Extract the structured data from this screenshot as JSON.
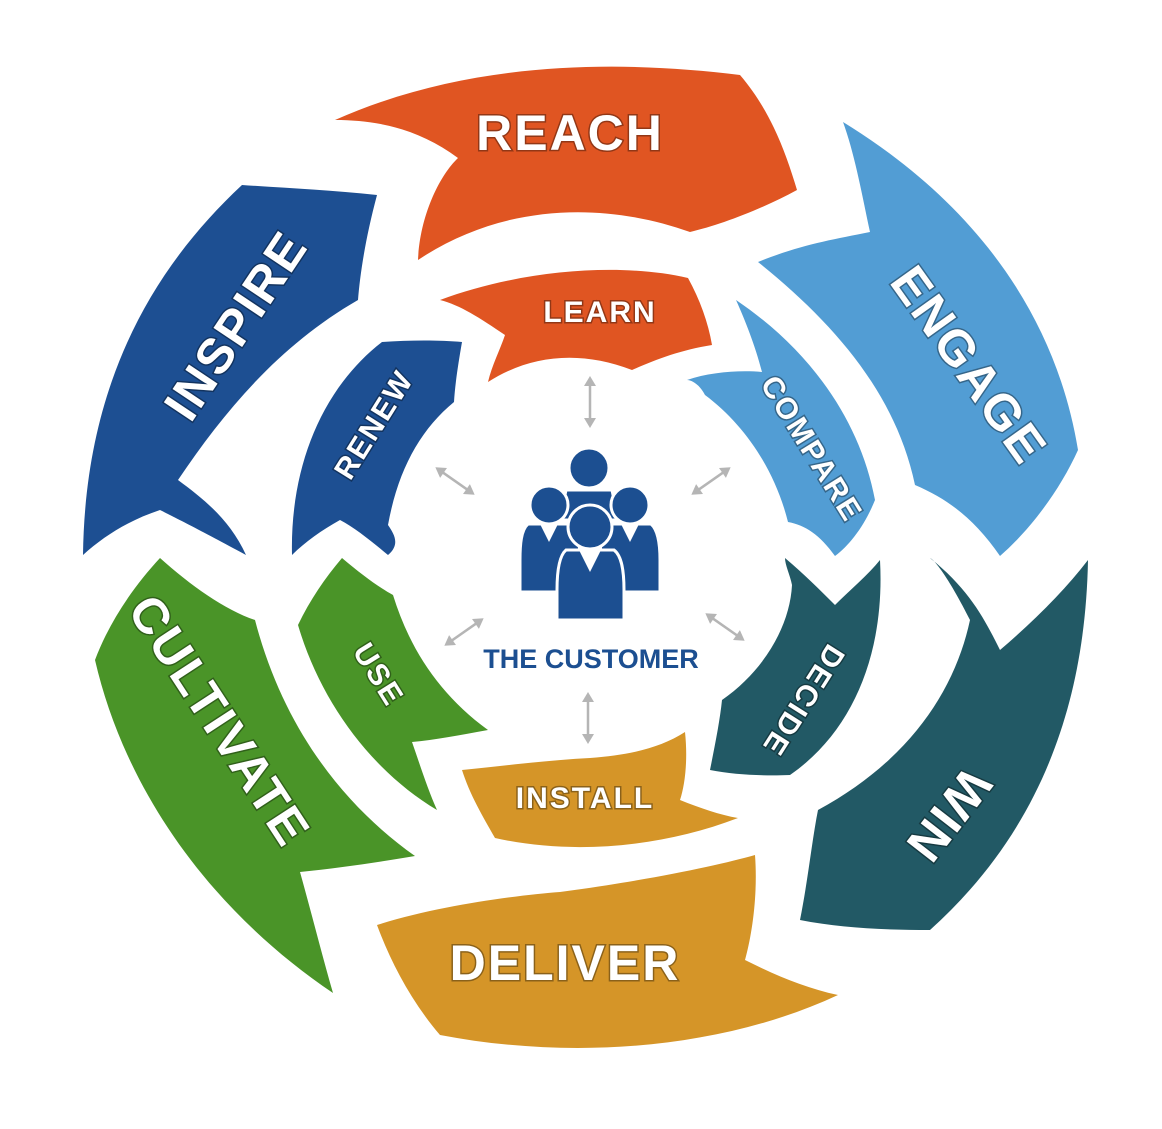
{
  "center": {
    "label": "THE CUSTOMER",
    "icon": "people-group-icon",
    "icon_color": "#1c4f91"
  },
  "outer_ring": [
    {
      "id": "reach",
      "label": "REACH",
      "color": "#e05522"
    },
    {
      "id": "engage",
      "label": "ENGAGE",
      "color": "#529dd4"
    },
    {
      "id": "win",
      "label": "WIN",
      "color": "#225965"
    },
    {
      "id": "deliver",
      "label": "DELIVER",
      "color": "#d59528"
    },
    {
      "id": "cultivate",
      "label": "CULTIVATE",
      "color": "#4a9428"
    },
    {
      "id": "inspire",
      "label": "INSPIRE",
      "color": "#1d4f92"
    }
  ],
  "inner_ring": [
    {
      "id": "learn",
      "label": "LEARN",
      "color": "#e05522"
    },
    {
      "id": "compare",
      "label": "COMPARE",
      "color": "#529dd4"
    },
    {
      "id": "decide",
      "label": "DECIDE",
      "color": "#225965"
    },
    {
      "id": "install",
      "label": "INSTALL",
      "color": "#d59528"
    },
    {
      "id": "use",
      "label": "USE",
      "color": "#4a9428"
    },
    {
      "id": "renew",
      "label": "RENEW",
      "color": "#1d4f92"
    }
  ],
  "connector_icon": "double-arrow-icon",
  "connector_color": "#b5b5b5"
}
